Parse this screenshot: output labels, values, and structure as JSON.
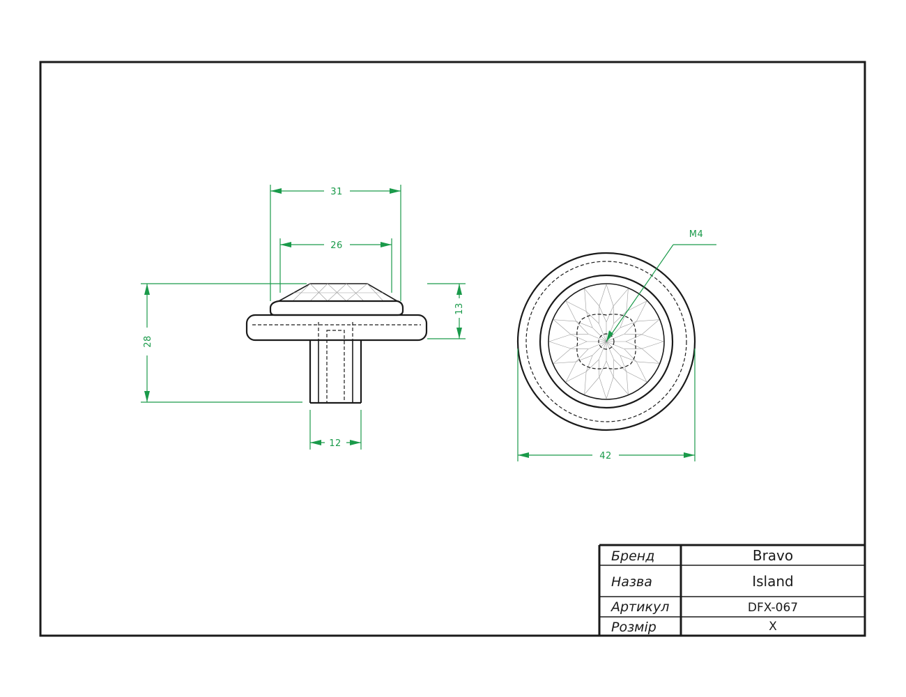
{
  "dimensions": {
    "width_total": "31",
    "width_top": "26",
    "height_total": "28",
    "height_head": "13",
    "stem_width": "12",
    "diameter": "42",
    "thread": "M4"
  },
  "title_block": {
    "rows": [
      {
        "label": "Бренд",
        "value": "Bravo"
      },
      {
        "label": "Назва",
        "value": "Island"
      },
      {
        "label": "Артикул",
        "value": "DFX-067"
      },
      {
        "label": "Розмір",
        "value": "X"
      }
    ]
  },
  "colors": {
    "dimension": "#1a9a4a",
    "line": "#1a1a1a"
  }
}
